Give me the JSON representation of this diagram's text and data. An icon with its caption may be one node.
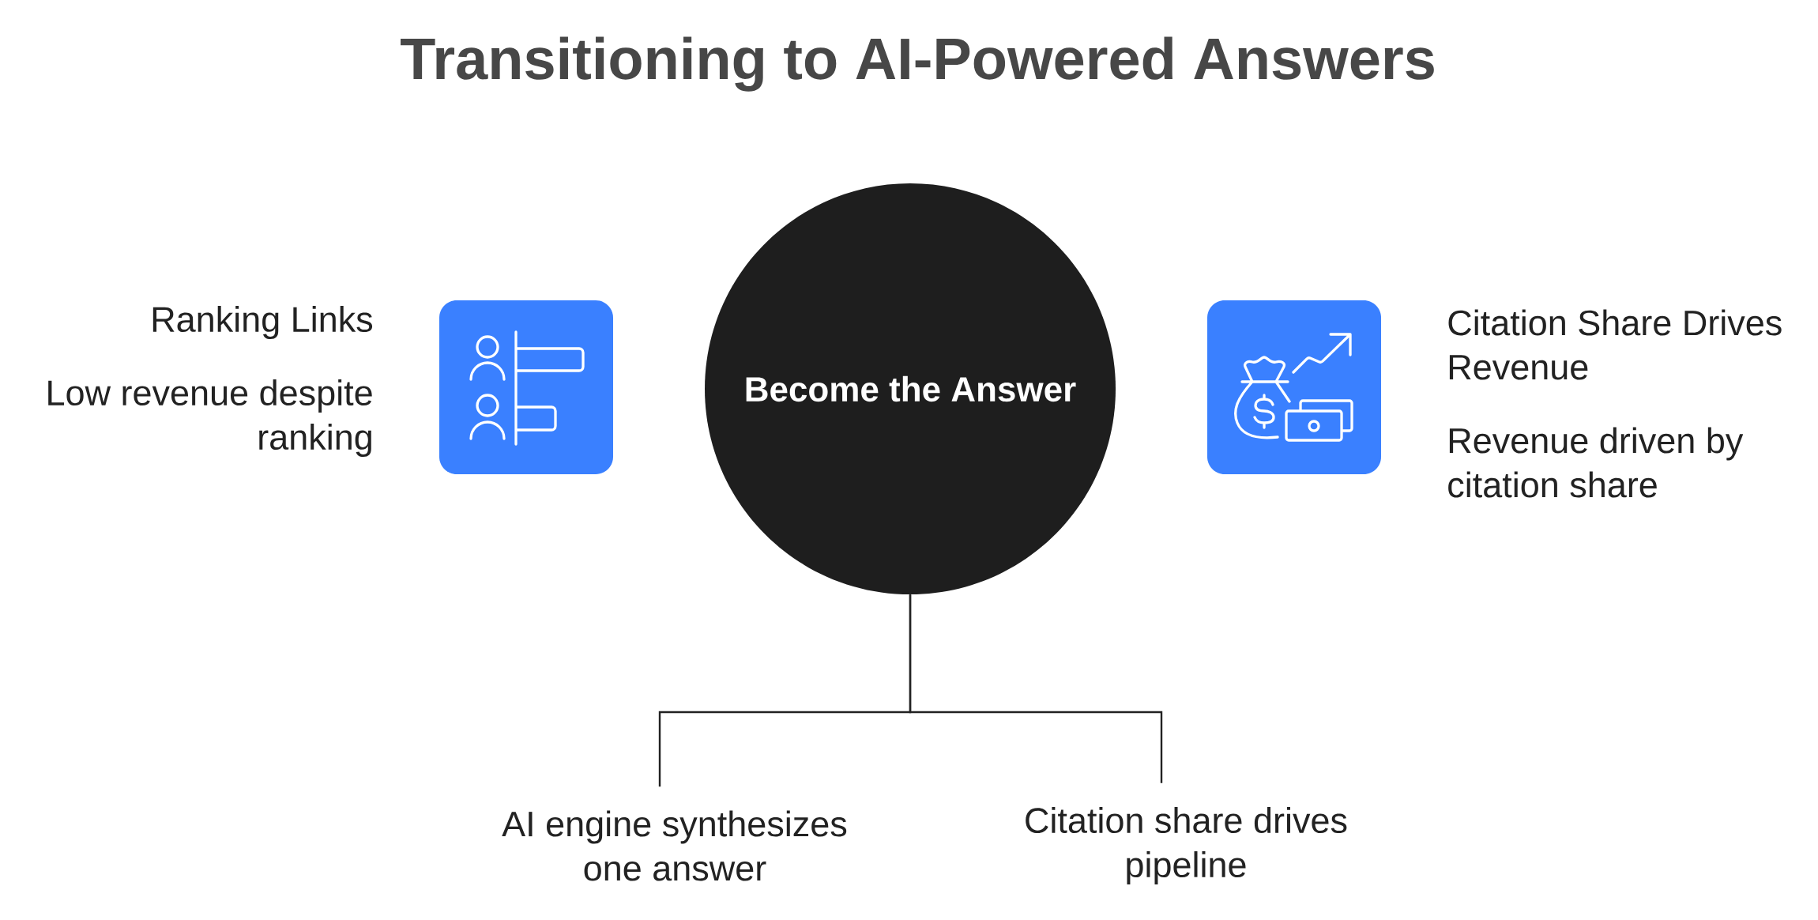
{
  "diagram": {
    "title": "Transitioning to AI-Powered Answers",
    "nodes": [
      {
        "text": [],
        "shape": "picture",
        "beside": [
          "Ranking Links",
          "Low revenue despite ranking"
        ]
      },
      {
        "text": [
          "Become the Answer"
        ]
      },
      {
        "text": [],
        "shape": "picture",
        "beside": [
          "Citation Share Drives Revenue",
          "Revenue driven by citation share"
        ]
      },
      {
        "text": [
          "AI engine synthesizes one answer"
        ]
      },
      {
        "text": [
          "Citation share drives pipeline"
        ]
      }
    ],
    "edges": [
      {
        "from": 1,
        "to": 3,
        "arrow": "none"
      },
      {
        "from": 1,
        "to": 4,
        "arrow": "none"
      }
    ]
  }
}
